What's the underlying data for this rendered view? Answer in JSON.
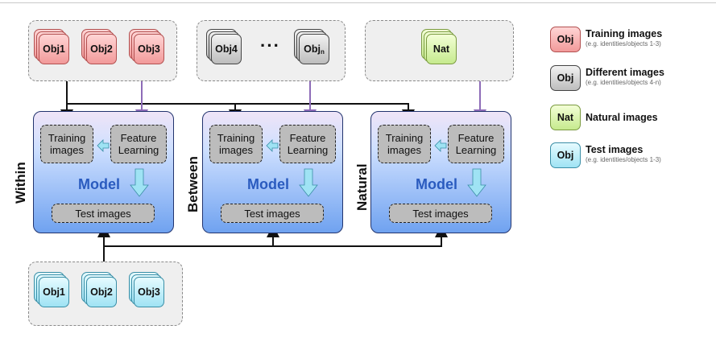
{
  "sources": {
    "training": [
      "Obj1",
      "Obj2",
      "Obj3"
    ],
    "different": {
      "first": "Obj4",
      "ellipsis": "···",
      "last_base": "Obj",
      "last_sub": "n"
    },
    "natural": "Nat",
    "test": [
      "Obj1",
      "Obj2",
      "Obj3"
    ]
  },
  "models": [
    {
      "side": "Within",
      "training": "Training images",
      "feature": "Feature Learning",
      "model": "Model",
      "test": "Test images"
    },
    {
      "side": "Between",
      "training": "Training images",
      "feature": "Feature Learning",
      "model": "Model",
      "test": "Test images"
    },
    {
      "side": "Natural",
      "training": "Training images",
      "feature": "Feature Learning",
      "model": "Model",
      "test": "Test images"
    }
  ],
  "legend": [
    {
      "swatch": "Obj",
      "title": "Training images",
      "sub": "(e.g. identities/objects 1-3)",
      "color": "#f4a6a6"
    },
    {
      "swatch": "Obj",
      "title": "Different images",
      "sub": "(e.g. identities/objects 4-n)",
      "color": "#c8c8c8"
    },
    {
      "swatch": "Nat",
      "title": "Natural images",
      "sub": "",
      "color": "#d4f0a0"
    },
    {
      "swatch": "Obj",
      "title": "Test images",
      "sub": "(e.g. identities/objects 1-3)",
      "color": "#aee8f6"
    }
  ],
  "colors": {
    "black_arrow": "#111111",
    "purple_arrow": "#8e6cb8",
    "cyan_arrow": "#8fdcf0"
  }
}
